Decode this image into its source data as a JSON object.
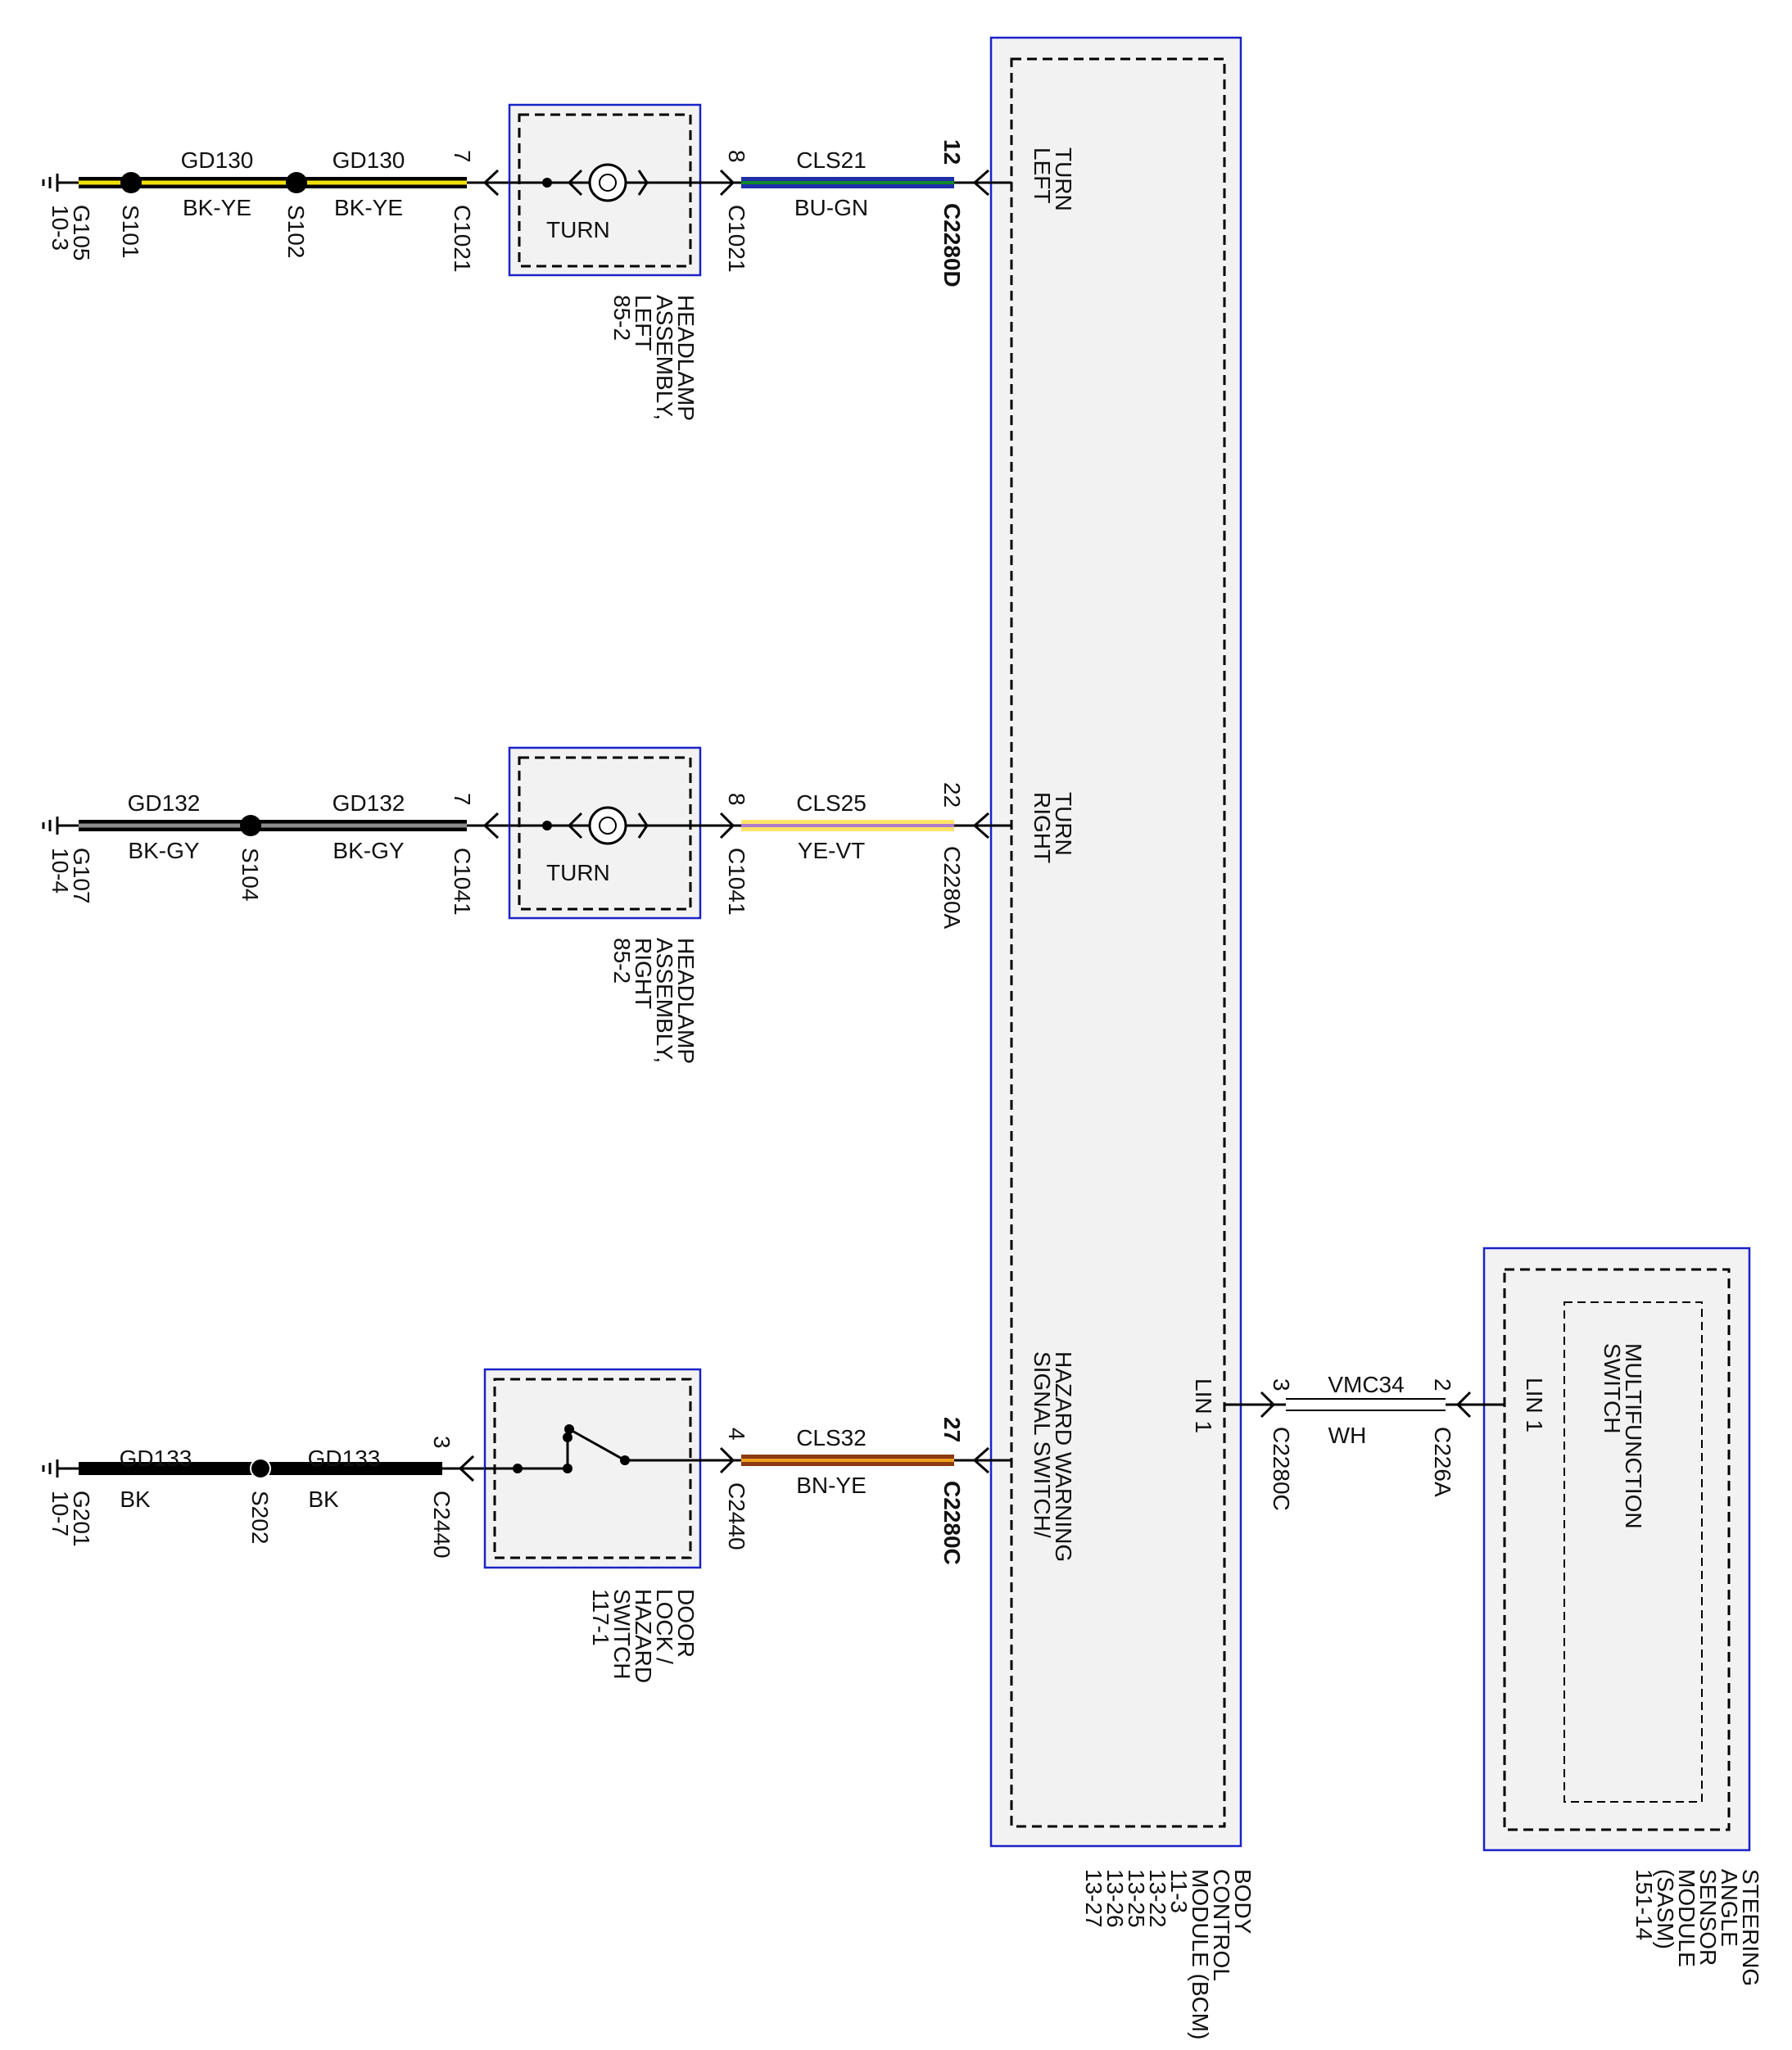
{
  "modules": {
    "bcm": {
      "name_lines": [
        "BODY",
        "CONTROL",
        "MODULE (BCM)",
        "11-3",
        "13-22",
        "13-25",
        "13-26",
        "13-27"
      ],
      "pins": {
        "left_turn": [
          "LEFT",
          "TURN"
        ],
        "right_turn": [
          "RIGHT",
          "TURN"
        ],
        "hazard": [
          "SIGNAL SWITCH/",
          "HAZARD WARNING"
        ],
        "lin": "LIN 1"
      }
    },
    "sasm": {
      "name_lines": [
        "STEERING",
        "ANGLE",
        "SENSOR",
        "MODULE",
        "(SASM)",
        "151-14"
      ],
      "inner_lines": [
        "MULTIFUNCTION",
        "SWITCH"
      ],
      "lin": "LIN 1"
    }
  },
  "components": {
    "headlamp_left": {
      "inner": "TURN",
      "name_lines": [
        "HEADLAMP",
        "ASSEMBLY,",
        "LEFT",
        "85-2"
      ]
    },
    "headlamp_right": {
      "inner": "TURN",
      "name_lines": [
        "HEADLAMP",
        "ASSEMBLY,",
        "RIGHT",
        "85-2"
      ]
    },
    "hazard_switch": {
      "name_lines": [
        "DOOR",
        "LOCK /",
        "HAZARD",
        "SWITCH",
        "117-1"
      ]
    }
  },
  "circuits": {
    "row1": {
      "ground": "G105",
      "ground_ref": "10-3",
      "splice_a": "S101",
      "splice_b": "S102",
      "wire_a": {
        "circuit": "GD130",
        "color": "BK-YE"
      },
      "wire_b": {
        "circuit": "GD130",
        "color": "BK-YE"
      },
      "in_pin": "7",
      "in_connector": "C1021",
      "out_pin": "8",
      "out_connector": "C1021",
      "wire_c": {
        "circuit": "CLS21",
        "color": "BU-GN"
      },
      "bcm_pin": "12",
      "bcm_connector": "C2280D"
    },
    "row2": {
      "ground": "G107",
      "ground_ref": "10-4",
      "splice_a": "S104",
      "wire_a": {
        "circuit": "GD132",
        "color": "BK-GY"
      },
      "wire_b": {
        "circuit": "GD132",
        "color": "BK-GY"
      },
      "in_pin": "7",
      "in_connector": "C1041",
      "out_pin": "8",
      "out_connector": "C1041",
      "wire_c": {
        "circuit": "CLS25",
        "color": "YE-VT"
      },
      "bcm_pin": "22",
      "bcm_connector": "C2280A"
    },
    "row3": {
      "ground": "G201",
      "ground_ref": "10-7",
      "splice_a": "S202",
      "wire_a": {
        "circuit": "GD133",
        "color": "BK"
      },
      "wire_b": {
        "circuit": "GD133",
        "color": "BK"
      },
      "in_pin": "3",
      "in_connector": "C2440",
      "out_pin": "4",
      "out_connector": "C2440",
      "wire_c": {
        "circuit": "CLS32",
        "color": "BN-YE"
      },
      "bcm_pin": "27",
      "bcm_connector": "C2280C"
    },
    "lin": {
      "bcm_pin": "3",
      "bcm_connector": "C2280C",
      "wire": {
        "circuit": "VMC34",
        "color": "WH"
      },
      "sasm_pin": "2",
      "sasm_connector": "C226A"
    }
  },
  "wire_colors": {
    "black": "#000000",
    "yellow": "#f2e205",
    "blue": "#1f2fa8",
    "green": "#0f8a2a",
    "gray": "#8c8c8c",
    "pale_yellow": "#ffe36a",
    "violet": "#b07acc",
    "brown": "#8b3a12",
    "orange_yellow": "#f0a020",
    "module_border": "#1a22c8",
    "module_fill": "#f2f2f2"
  }
}
